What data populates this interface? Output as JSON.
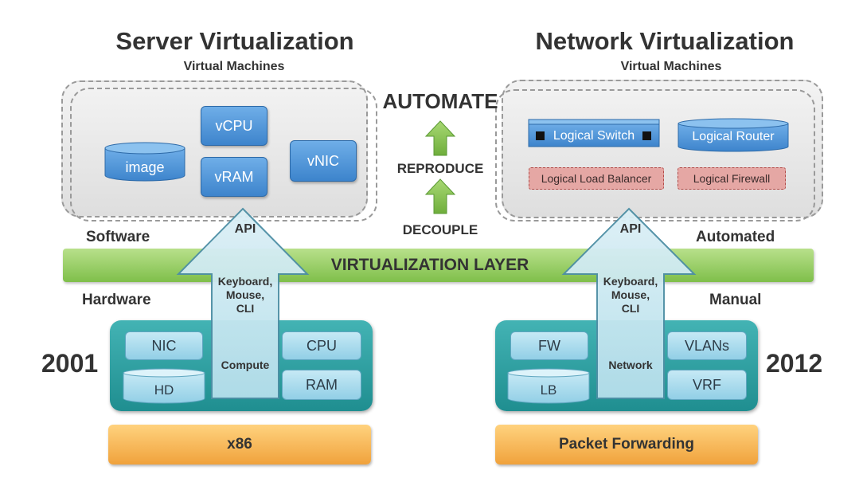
{
  "left": {
    "title": "Server Virtualization",
    "subtitle": "Virtual Machines",
    "vm_items": [
      "vCPU",
      "image",
      "vRAM",
      "vNIC"
    ],
    "arrow_top": "API",
    "arrow_mid": "Keyboard,\nMouse,\nCLI",
    "arrow_bottom": "Compute",
    "hw_items": [
      "NIC",
      "HD",
      "CPU",
      "RAM"
    ],
    "base": "x86",
    "year": "2001"
  },
  "right": {
    "title": "Network Virtualization",
    "subtitle": "Virtual Machines",
    "logical_switch": "Logical Switch",
    "logical_router": "Logical Router",
    "logical_load_balancer": "Logical Load Balancer",
    "logical_firewall": "Logical Firewall",
    "arrow_top": "API",
    "arrow_mid": "Keyboard,\nMouse,\nCLI",
    "arrow_bottom": "Network",
    "hw_items": [
      "FW",
      "LB",
      "VLANs",
      "VRF"
    ],
    "base": "Packet Forwarding",
    "year": "2012"
  },
  "center": {
    "automate": "AUTOMATE",
    "reproduce": "REPRODUCE",
    "decouple": "DECOUPLE"
  },
  "layer": {
    "label": "VIRTUALIZATION LAYER",
    "software": "Software",
    "hardware": "Hardware",
    "automated": "Automated",
    "manual": "Manual"
  },
  "colors": {
    "blue": "#4a90d9",
    "teal": "#2aa0a2",
    "orange": "#f5b04f",
    "green": "#8fc85a",
    "red": "#e5a7a4"
  }
}
